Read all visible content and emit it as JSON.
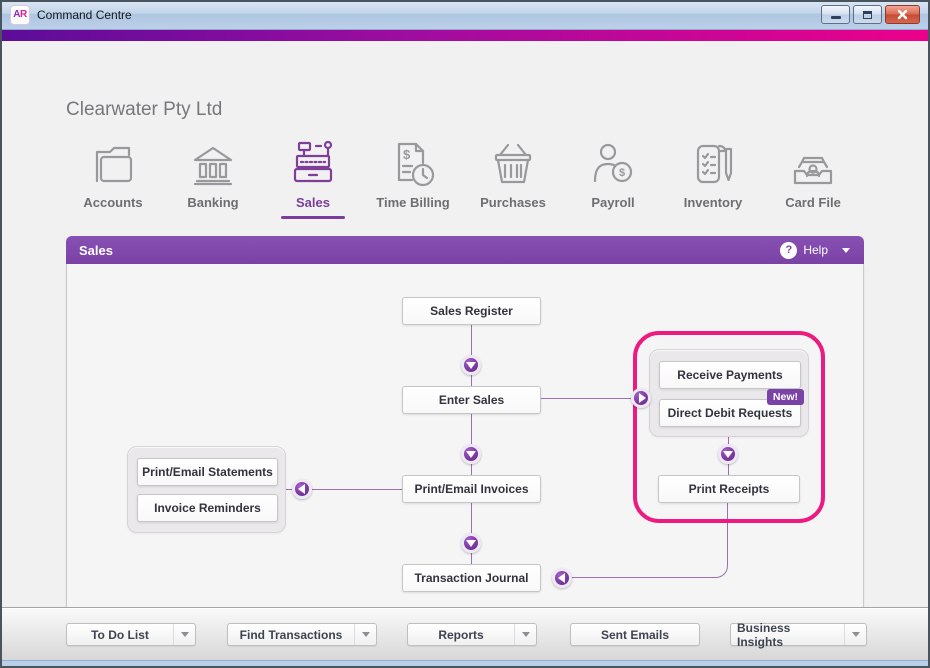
{
  "titlebar": {
    "logo_letters": [
      "A",
      "R"
    ],
    "title": "Command Centre"
  },
  "company": {
    "name": "Clearwater Pty Ltd"
  },
  "nav": {
    "items": [
      {
        "label": "Accounts",
        "icon": "folder-icon",
        "active": false
      },
      {
        "label": "Banking",
        "icon": "bank-icon",
        "active": false
      },
      {
        "label": "Sales",
        "icon": "cash-register-icon",
        "active": true
      },
      {
        "label": "Time Billing",
        "icon": "invoice-clock-icon",
        "active": false
      },
      {
        "label": "Purchases",
        "icon": "basket-icon",
        "active": false
      },
      {
        "label": "Payroll",
        "icon": "person-dollar-icon",
        "active": false
      },
      {
        "label": "Inventory",
        "icon": "checklist-pen-icon",
        "active": false
      },
      {
        "label": "Card File",
        "icon": "card-drawer-icon",
        "active": false
      }
    ]
  },
  "panel": {
    "title": "Sales",
    "help": {
      "glyph": "?",
      "label": "Help"
    }
  },
  "flowchart": {
    "sales_register": "Sales Register",
    "enter_sales": "Enter Sales",
    "print_email_invoices": "Print/Email Invoices",
    "transaction_journal": "Transaction Journal",
    "print_email_statements": "Print/Email Statements",
    "invoice_reminders": "Invoice Reminders",
    "receive_payments": "Receive Payments",
    "direct_debit_requests": "Direct Debit Requests",
    "direct_debit_badge": "New!",
    "print_receipts": "Print Receipts"
  },
  "footer": {
    "buttons": [
      {
        "label": "To Do List",
        "has_dropdown": true
      },
      {
        "label": "Find Transactions",
        "has_dropdown": true
      },
      {
        "label": "Reports",
        "has_dropdown": true
      },
      {
        "label": "Sent Emails",
        "has_dropdown": false
      },
      {
        "label": "Business Insights",
        "has_dropdown": true
      }
    ]
  },
  "colors": {
    "brand_purple": "#7b42a5",
    "brand_pink": "#ec008c",
    "highlight_pink": "#ed1a7f",
    "active_nav_purple": "#7a3d9c",
    "titlebar_blue": "#c3d5ea"
  }
}
